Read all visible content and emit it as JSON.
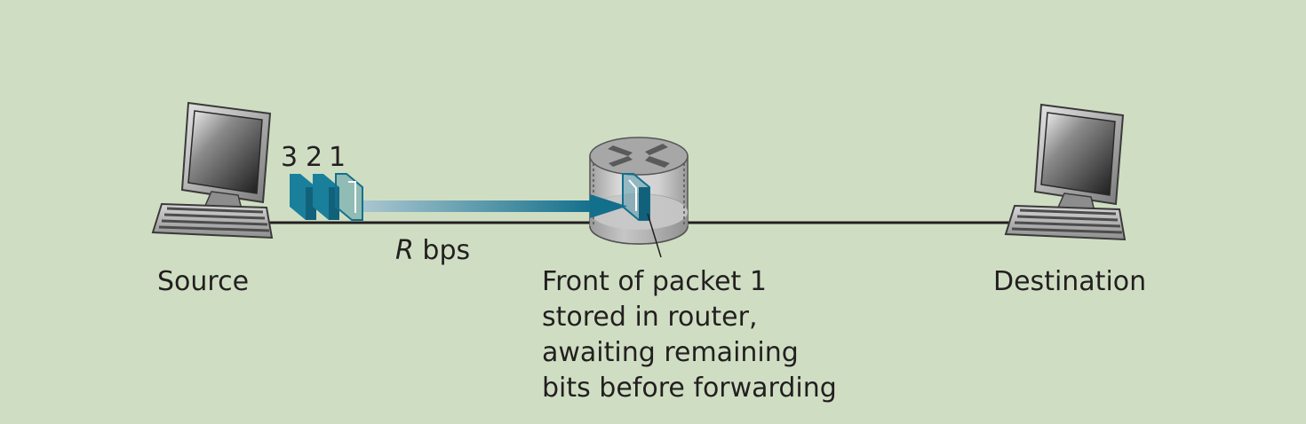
{
  "diagram": {
    "source_label": "Source",
    "destination_label": "Destination",
    "link_rate_var": "R",
    "link_rate_unit": " bps",
    "packet_numbers": [
      "3",
      "2",
      "1"
    ],
    "router_caption": [
      "Front of packet 1",
      "stored in router,",
      "awaiting remaining",
      "bits before forwarding"
    ]
  },
  "colors": {
    "background": "#cfdec3",
    "packet": "#1a7f9b",
    "link": "#231f20",
    "router": "#b7b7b7"
  }
}
